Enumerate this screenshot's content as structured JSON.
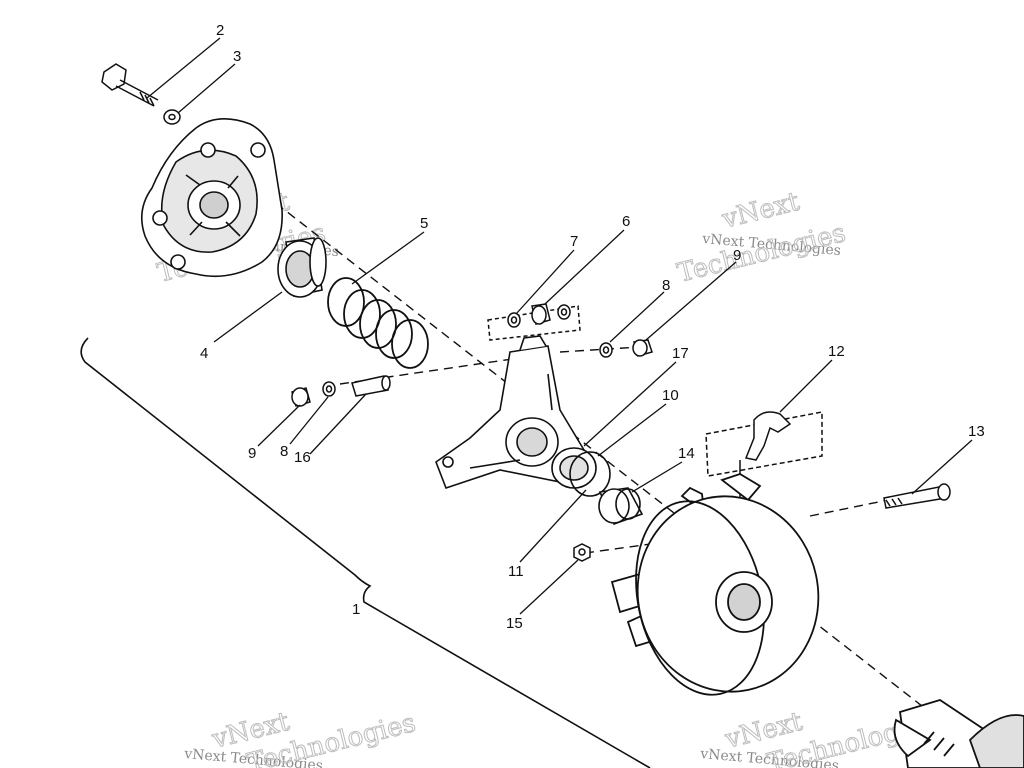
{
  "diagram": {
    "callouts": [
      {
        "label": "1"
      },
      {
        "label": "2"
      },
      {
        "label": "3"
      },
      {
        "label": "4"
      },
      {
        "label": "5"
      },
      {
        "label": "6"
      },
      {
        "label": "7"
      },
      {
        "label": "8"
      },
      {
        "label": "8"
      },
      {
        "label": "9"
      },
      {
        "label": "9"
      },
      {
        "label": "10"
      },
      {
        "label": "11"
      },
      {
        "label": "12"
      },
      {
        "label": "13"
      },
      {
        "label": "14"
      },
      {
        "label": "15"
      },
      {
        "label": "16"
      },
      {
        "label": "17"
      }
    ],
    "watermarks": [
      {
        "line1": "vNext",
        "line2": "vNext Technologies",
        "line3": "Technologies"
      },
      {
        "line1": "vNext",
        "line2": "vNext Technologies",
        "line3": "Technologies"
      },
      {
        "line1": "vNext",
        "line2": "vNext Technologies",
        "line3": "Technologies"
      },
      {
        "line1": "vNext",
        "line2": "vNext Technologies",
        "line3": "Technologies"
      }
    ]
  }
}
